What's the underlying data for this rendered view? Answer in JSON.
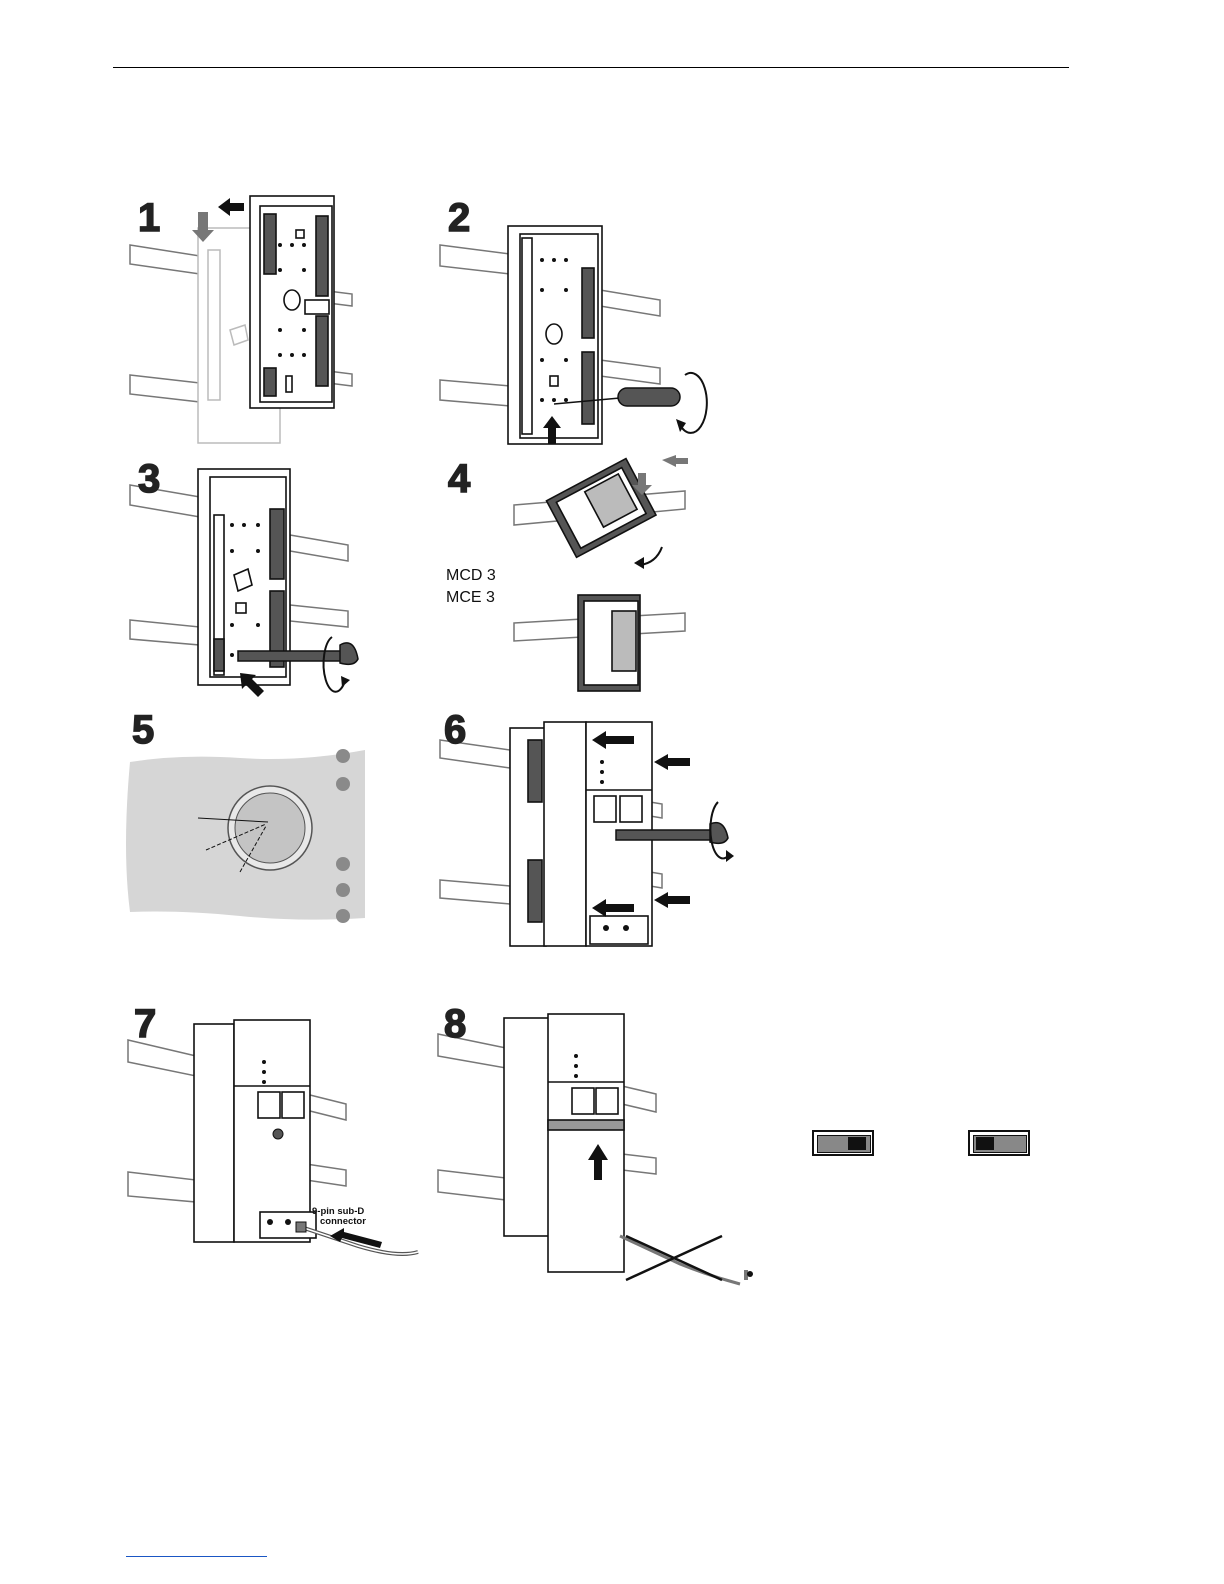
{
  "steps": [
    {
      "number": "1"
    },
    {
      "number": "2"
    },
    {
      "number": "3"
    },
    {
      "number": "4"
    },
    {
      "number": "5"
    },
    {
      "number": "6"
    },
    {
      "number": "7"
    },
    {
      "number": "8"
    }
  ],
  "step4": {
    "model_labels": [
      "MCD 3",
      "MCE 3"
    ]
  },
  "step7": {
    "connector_label_line1": "9-pin sub-D",
    "connector_label_line2": "connector"
  },
  "switches": [
    {
      "name": "switch-right",
      "knob_position": "right"
    },
    {
      "name": "switch-left",
      "knob_position": "left"
    }
  ],
  "colors": {
    "line": "#111111",
    "module_fill": "#ffffff",
    "dark_strip": "#555555",
    "rail_fill": "#ffffff",
    "footer_link": "#1a56c4"
  }
}
